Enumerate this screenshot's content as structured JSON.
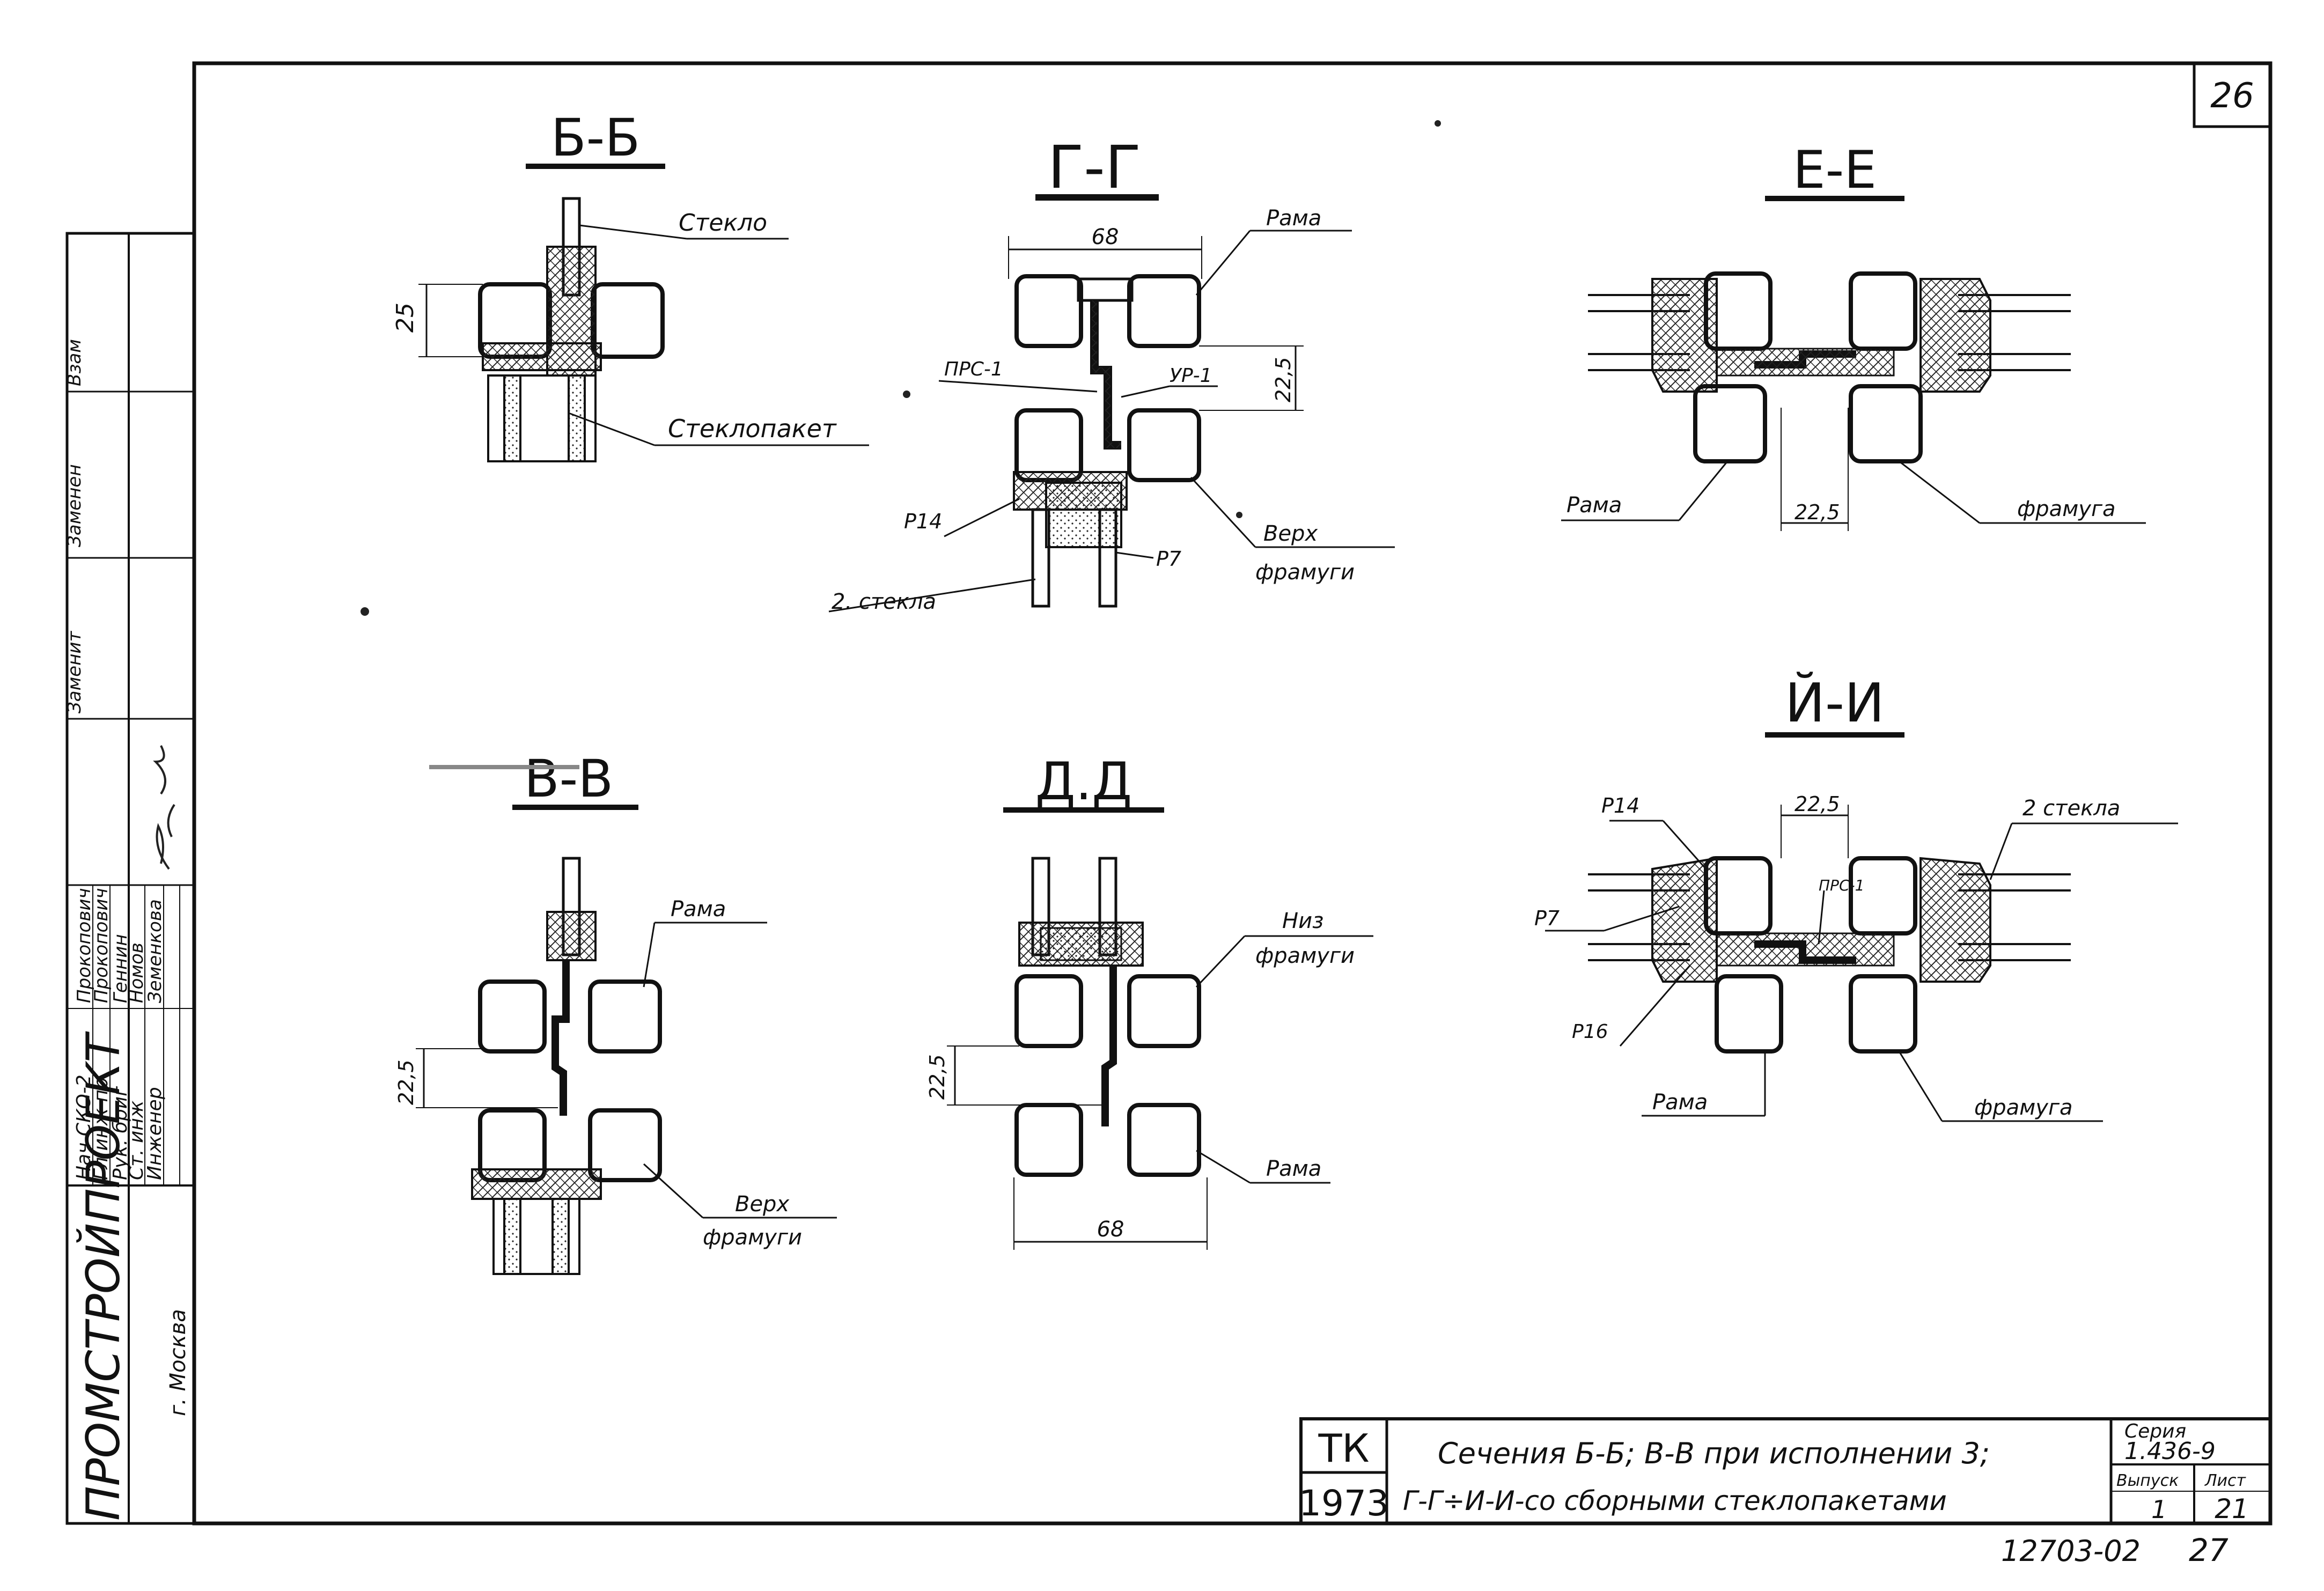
{
  "sheet": {
    "page_number": "26",
    "bottom_code": "12703-02",
    "bottom_page": "27"
  },
  "sections": {
    "bb": {
      "title": "Б-Б",
      "glass": "Стекло",
      "unit": "Стеклопакет",
      "dim": "25"
    },
    "gg": {
      "title": "Г-Г",
      "frame": "Рама",
      "dim_width": "68",
      "dim_height": "22,5",
      "prs": "ПРС-1",
      "yr": "УР-1",
      "p14": "Р14",
      "p7": "Р7",
      "two_glass": "2. стекла",
      "top_transom_1": "Верх",
      "top_transom_2": "фрамуги"
    },
    "ee": {
      "title": "Е-Е",
      "frame": "Рама",
      "transom": "фрамуга",
      "dim": "22,5"
    },
    "vv": {
      "title": "В-В",
      "frame": "Рама",
      "dim": "22,5",
      "top_transom_1": "Верх",
      "top_transom_2": "фрамуги"
    },
    "dd": {
      "title": "Д.Д",
      "bottom_transom_1": "Низ",
      "bottom_transom_2": "фрамуги",
      "frame": "Рама",
      "dim_width": "68",
      "dim_height": "22,5"
    },
    "ii": {
      "title": "Й-И",
      "p14": "Р14",
      "p7": "Р7",
      "p16": "Р16",
      "prs": "ПРС-1",
      "dim": "22,5",
      "two_glass": "2 стекла",
      "frame": "Рама",
      "transom": "фрамуга"
    }
  },
  "side_stamp": {
    "org": "ПРОМСТРОЙПРОЕКТ",
    "city": "г. Москва",
    "roles": [
      "Нач СКО-2",
      "Гл инж пр",
      "Рук. бриг",
      "Ст. инж",
      "Инженер"
    ],
    "names": [
      "Прокопович",
      "Прокопович",
      "Геннин",
      "Номов",
      "Земенкова"
    ],
    "col_headers": [
      "Взам",
      "Заменен",
      "Заменит"
    ]
  },
  "title_block": {
    "org_mark": "ТК",
    "year": "1973",
    "title_line1": "Сечения Б-Б; В-В при исполнении 3;",
    "title_line2": "Г-Г÷И-И-со сборными стеклопакетами",
    "series_label": "Серия",
    "series_value": "1.436-9",
    "issue_label": "Выпуск",
    "issue_value": "1",
    "sheet_label": "Лист",
    "sheet_value": "21"
  }
}
